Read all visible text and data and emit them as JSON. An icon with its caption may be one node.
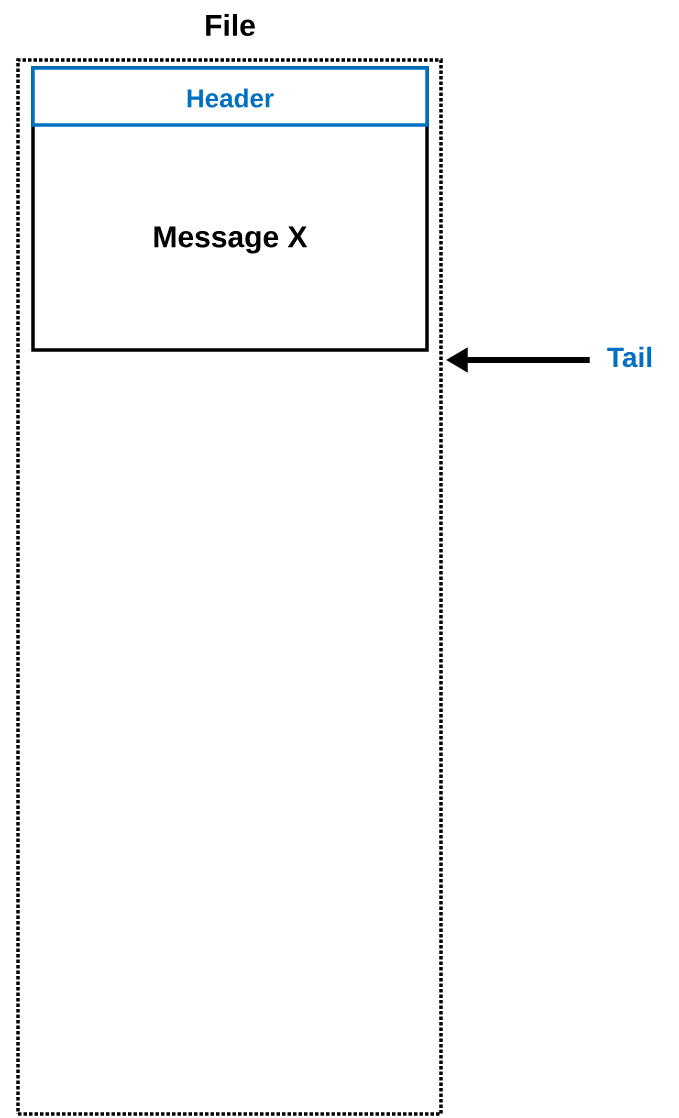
{
  "diagram": {
    "nodes": [
      {
        "text": [
          "File"
        ]
      },
      {
        "text": [
          "Message X"
        ],
        "in": 0
      },
      {
        "text": [
          "Header"
        ],
        "in": 1
      },
      {
        "text": [
          "Tail"
        ]
      }
    ],
    "edges": [
      {
        "from": 3,
        "to": 0,
        "arrow": "to"
      }
    ]
  }
}
